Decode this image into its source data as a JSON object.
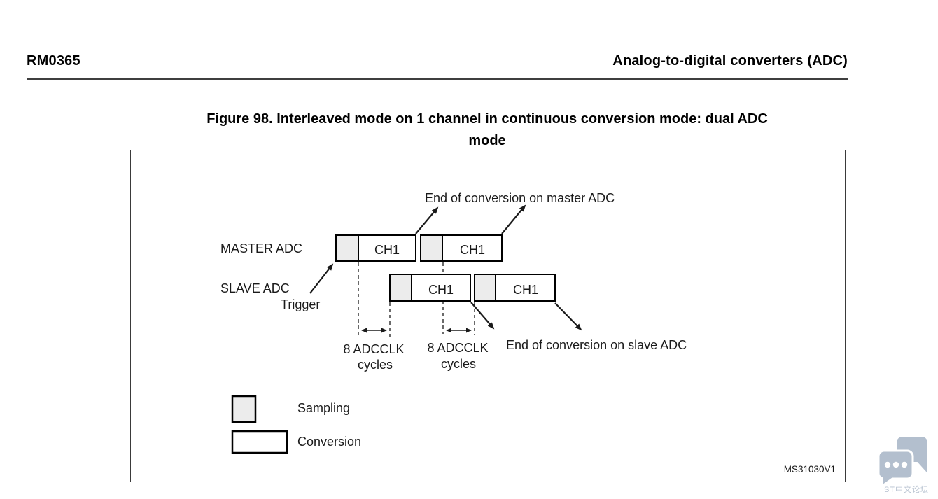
{
  "header": {
    "doc_id": "RM0365",
    "chapter_title": "Analog-to-digital converters (ADC)"
  },
  "figure": {
    "caption_line1": "Figure 98. Interleaved mode on 1 channel in continuous conversion mode: dual ADC",
    "caption_line2": "mode",
    "reference_code": "MS31030V1"
  },
  "diagram": {
    "labels": {
      "master_adc": "MASTER ADC",
      "slave_adc": "SLAVE ADC",
      "trigger": "Trigger",
      "eoc_master": "End of conversion on master ADC",
      "eoc_slave": "End of conversion on slave ADC",
      "adcclk": "8 ADCCLK",
      "cycles": "cycles",
      "ch1": "CH1"
    },
    "legend": {
      "sampling": "Sampling",
      "conversion": "Conversion"
    },
    "colors": {
      "sampling_fill": "#ececec",
      "box_border": "#000000",
      "line_color": "#1a1a1a"
    }
  },
  "watermark": {
    "text": "ST中文论坛",
    "color": "#b3bfce"
  }
}
